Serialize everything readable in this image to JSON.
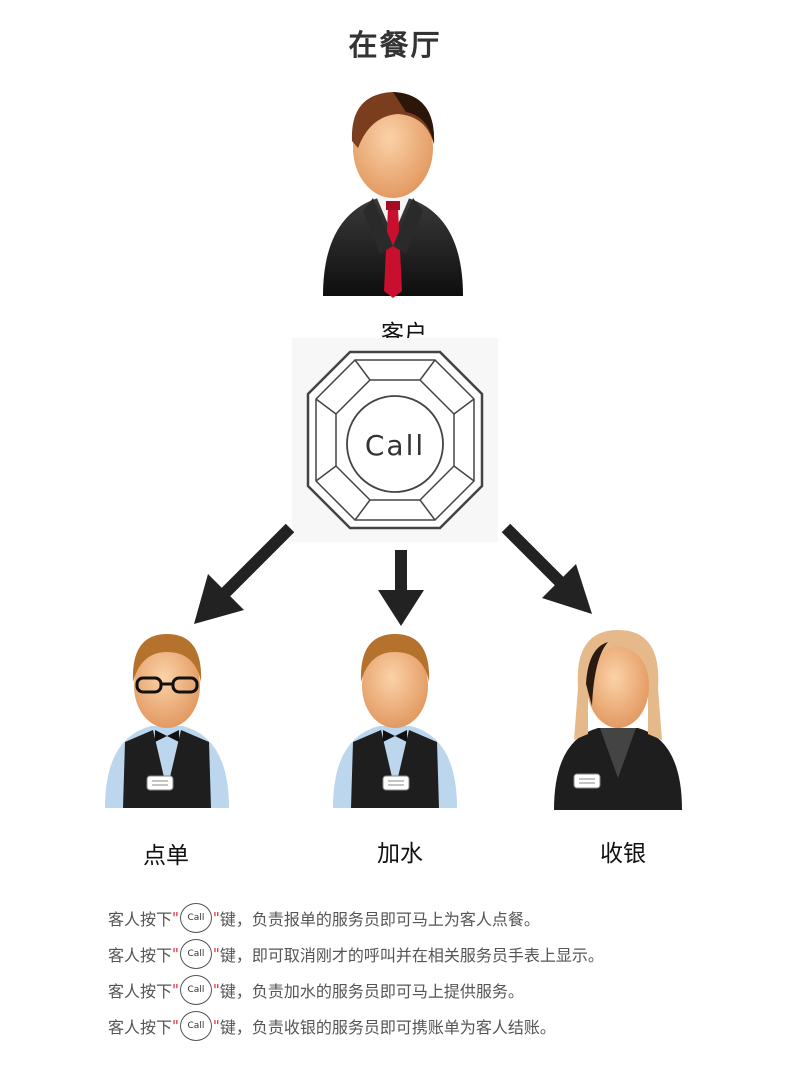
{
  "title": "在餐厅",
  "customer": {
    "label": "客户"
  },
  "call_button": {
    "label": "Call"
  },
  "staff": [
    {
      "label": "点单"
    },
    {
      "label": "加水"
    },
    {
      "label": "收银"
    }
  ],
  "notes": {
    "mini_label": "Call",
    "quote_open": "\"",
    "quote_close": "\"",
    "items": [
      {
        "prefix": "客人按下",
        "suffix": "键，负责报单的服务员即可马上为客人点餐。"
      },
      {
        "prefix": "客人按下",
        "suffix": "键，即可取消刚才的呼叫并在相关服务员手表上显示。"
      },
      {
        "prefix": "客人按下",
        "suffix": "键，负责加水的服务员即可马上提供服务。"
      },
      {
        "prefix": "客人按下",
        "suffix": "键，负责收银的服务员即可携账单为客人结账。"
      }
    ]
  },
  "colors": {
    "arrow": "#222222",
    "tie": "#c8102e",
    "quote": "#e0303a",
    "vest": "#1e1e1e",
    "shirt": "#bcd6ee"
  }
}
